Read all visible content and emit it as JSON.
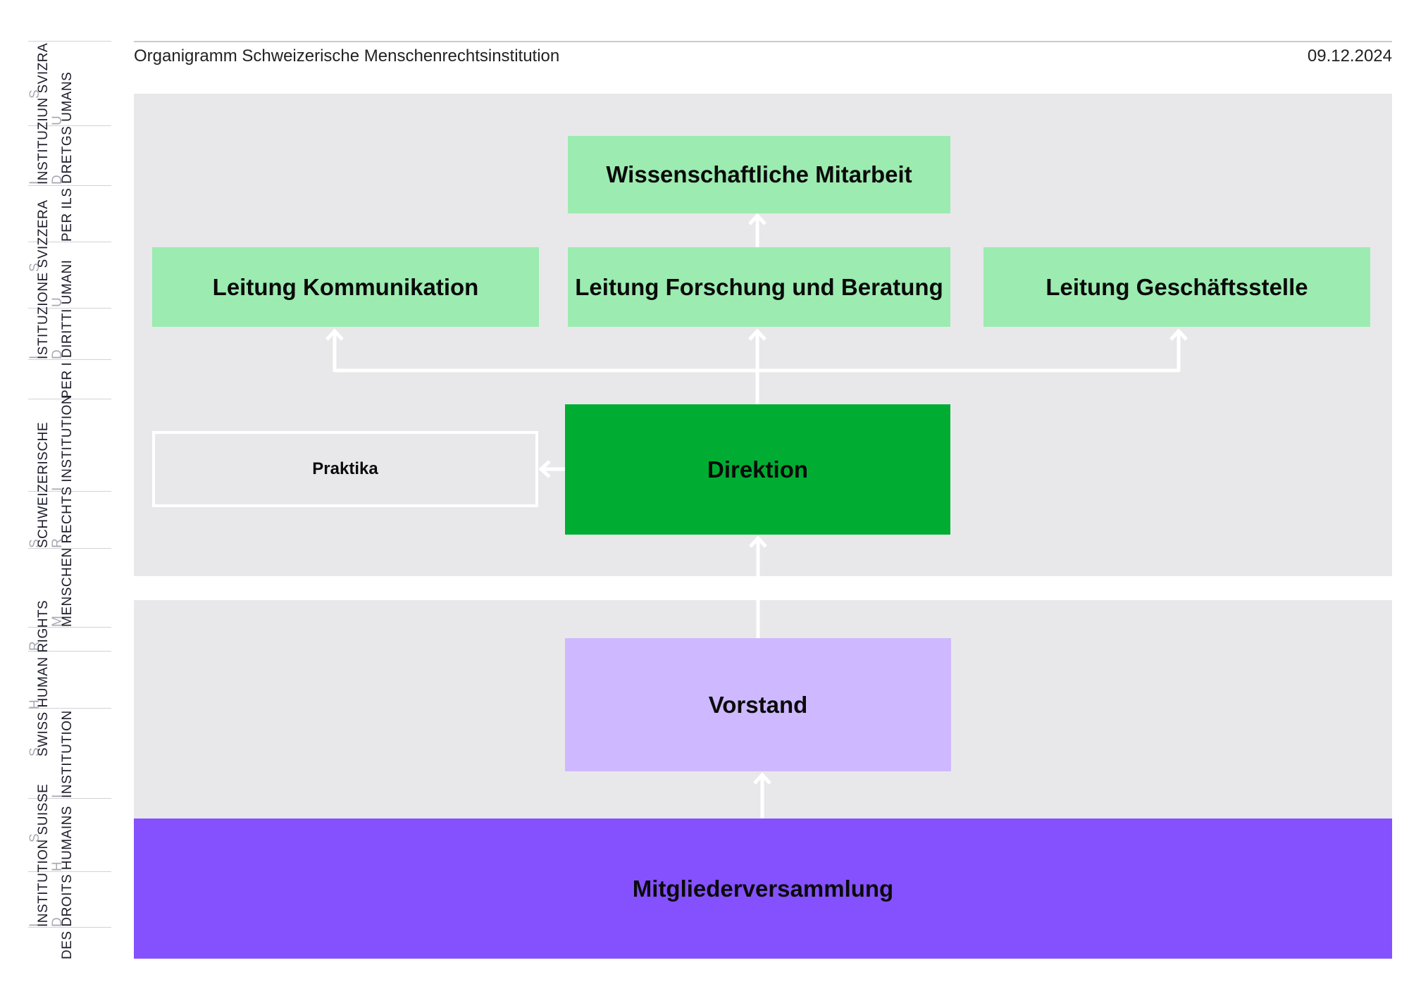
{
  "header": {
    "title": "Organigramm Schweizerische Menschenrechtsinstitution",
    "date": "09.12.2024"
  },
  "sidebar": {
    "groups": [
      {
        "initials": [
          "I",
          "S",
          "D",
          "U"
        ],
        "col1": "INSTITUZIUN SVIZRA",
        "col2": "PER ILS DRETGS UMANS"
      },
      {
        "initials": [
          "I",
          "S",
          "D",
          "U"
        ],
        "col1": "ISTITUZIONE SVIZZERA",
        "col2": "PER I DIRITTI UMANI"
      },
      {
        "initials": [
          "S",
          "M",
          "R",
          "I"
        ],
        "col1": "SCHWEIZERISCHE",
        "col2": "MENSCHEN RECHTS INSTITUTION"
      },
      {
        "initials": [
          "S",
          "H",
          "R",
          "I"
        ],
        "col1": "SWISS HUMAN RIGHTS",
        "col2": "INSTITUTION"
      },
      {
        "initials": [
          "I",
          "S",
          "D",
          "H"
        ],
        "col1": "INSTITUTION SUISSE",
        "col2": "DES DROITS HUMAINS"
      }
    ]
  },
  "nodes": {
    "wissenschaft": "Wissenschaftliche Mitarbeit",
    "kommunikation": "Leitung Kommunikation",
    "forschung": "Leitung Forschung und Beratung",
    "geschaeft": "Leitung Geschäftsstelle",
    "praktika": "Praktika",
    "direktion": "Direktion",
    "vorstand": "Vorstand",
    "mitglieder": "Mitgliederversammlung"
  },
  "colors": {
    "panel": "#e8e8ea",
    "leitung": "#9cebb0",
    "direktion": "#00ad32",
    "vorstand": "#ceb8ff",
    "mitglieder": "#8551ff",
    "connector": "#ffffff"
  }
}
